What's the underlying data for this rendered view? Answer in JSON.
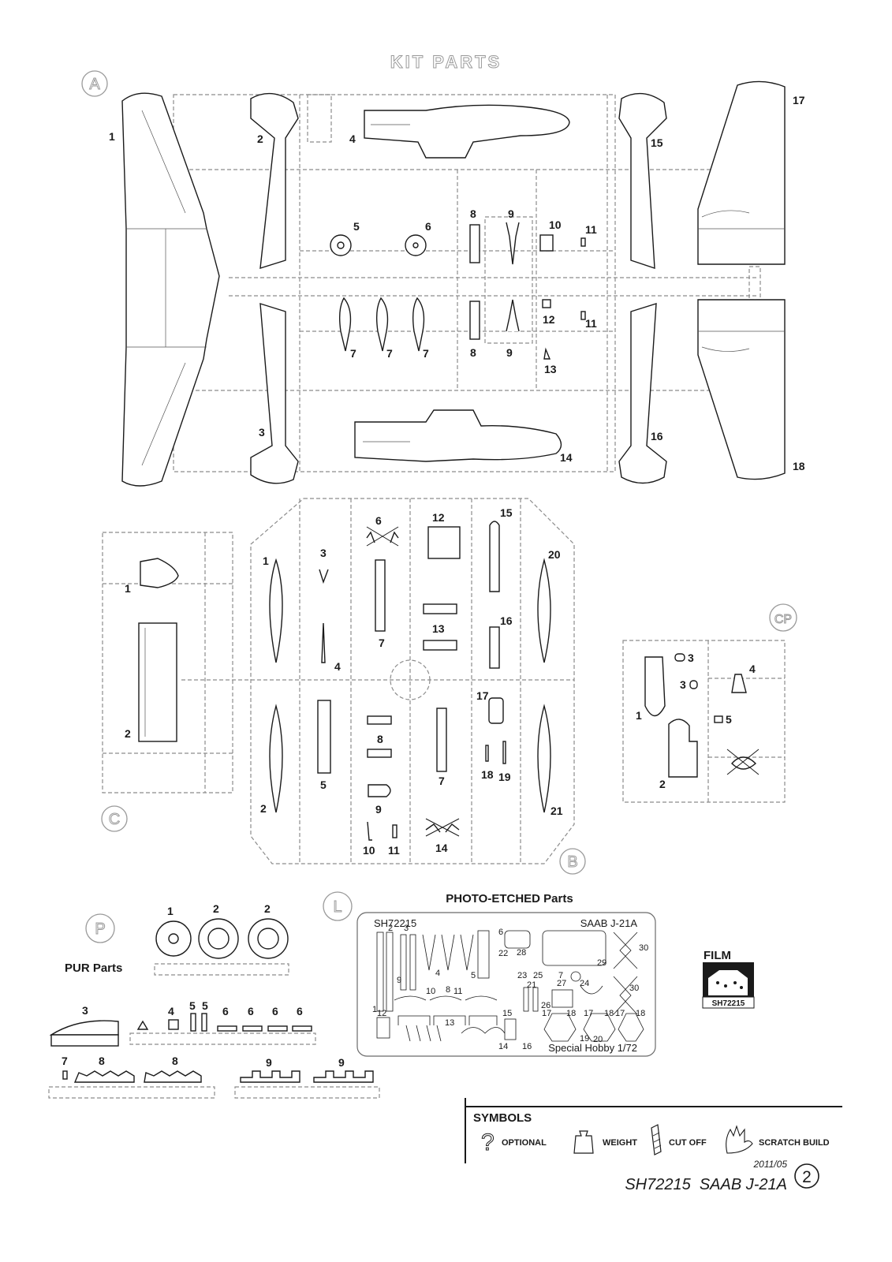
{
  "title": "KIT PARTS",
  "sprues": {
    "A": {
      "badge": "A",
      "labels": [
        "1",
        "2",
        "3",
        "4",
        "5",
        "6",
        "7",
        "7",
        "7",
        "8",
        "8",
        "9",
        "9",
        "10",
        "11",
        "11",
        "12",
        "13",
        "14",
        "15",
        "16",
        "17",
        "18"
      ]
    },
    "B": {
      "badge": "B",
      "labels": [
        "1",
        "2",
        "3",
        "4",
        "5",
        "6",
        "7",
        "7",
        "8",
        "9",
        "10",
        "11",
        "12",
        "13",
        "14",
        "15",
        "16",
        "17",
        "18",
        "19",
        "20",
        "21"
      ]
    },
    "C": {
      "badge": "C",
      "labels": [
        "1",
        "2"
      ]
    },
    "CP": {
      "badge": "CP",
      "labels": [
        "1",
        "2",
        "3",
        "3",
        "4",
        "5"
      ]
    },
    "P": {
      "badge": "P",
      "caption": "PUR Parts",
      "labels": [
        "1",
        "2",
        "2",
        "3",
        "4",
        "5",
        "5",
        "6",
        "6",
        "6",
        "6",
        "7",
        "8",
        "8",
        "9",
        "9"
      ]
    },
    "L": {
      "badge": "L",
      "heading": "PHOTO-ETCHED Parts",
      "fret_code": "SH72215",
      "fret_model": "SAAB J-21A",
      "fret_maker": "Special Hobby 1/72",
      "numbers": [
        "1",
        "2",
        "3",
        "4",
        "5",
        "6",
        "7",
        "8",
        "9",
        "10",
        "11",
        "12",
        "13",
        "14",
        "15",
        "16",
        "17",
        "18",
        "17",
        "18",
        "17",
        "18",
        "19",
        "20",
        "21",
        "22",
        "23",
        "24",
        "25",
        "26",
        "27",
        "28",
        "29",
        "30",
        "30"
      ]
    }
  },
  "film": {
    "heading": "FILM",
    "code": "SH72215"
  },
  "symbols": {
    "heading": "SYMBOLS",
    "items": [
      {
        "icon": "question-icon",
        "label": "OPTIONAL"
      },
      {
        "icon": "weight-icon",
        "label": "WEIGHT"
      },
      {
        "icon": "cut-off-icon",
        "label": "CUT OFF"
      },
      {
        "icon": "scratch-build-icon",
        "label": "SCRATCH BUILD"
      }
    ]
  },
  "footer": {
    "date": "2011/05",
    "kit": "SH72215  SAAB J-21A",
    "page": "2"
  }
}
